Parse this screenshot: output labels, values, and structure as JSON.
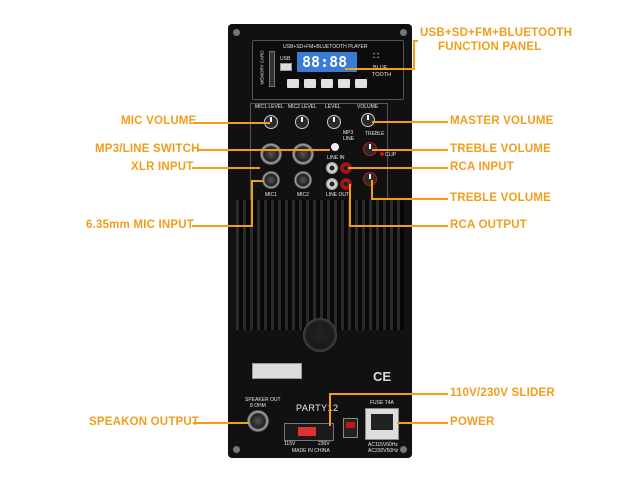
{
  "labels": {
    "usb_panel_1": "USB+SD+FM+BLUETOOTH",
    "usb_panel_2": "FUNCTION PANEL",
    "mic_volume": "MIC VOLUME",
    "mp3_line_switch": "MP3/LINE SWITCH",
    "xlr_input": "XLR INPUT",
    "mic_input_635": "6.35mm MIC INPUT",
    "speakon_output": "SPEAKON OUTPUT",
    "master_volume": "MASTER VOLUME",
    "treble_volume_1": "TREBLE VOLUME",
    "rca_input": "RCA INPUT",
    "treble_volume_2": "TREBLE VOLUME",
    "rca_output": "RCA OUTPUT",
    "slider": "110V/230V SLIDER",
    "power": "POWER"
  },
  "panel_text": {
    "module_title": "USB+SD+FM+BLUETOOTH PLAYER",
    "lcd": "88:88",
    "memory_card": "MEMORY CARD",
    "usb": "USB",
    "blue": "BLUE",
    "tooth": "TOOTH",
    "mic1_level": "MIC1 LEVEL",
    "mic2_level": "MIC2 LEVEL",
    "level": "LEVEL",
    "volume": "VOLUME",
    "treble": "TREBLE",
    "mp3": "MP3",
    "line": "LINE",
    "line_in": "LINE IN",
    "line_out": "LINE OUT",
    "mic1": "MIC1",
    "mic2": "MIC2",
    "clip": "CLIP",
    "speaker_out": "SPEAKER OUT",
    "speaker_ohm": "8 OHM",
    "model": "PARTY12",
    "made_in": "MADE IN CHINA",
    "v115": "115V",
    "v230": "230V",
    "ce": "CE",
    "fuse": "FUSE T4A",
    "ac_1": "AC115V60Hz",
    "ac_2": "AC230V50Hz"
  },
  "colors": {
    "accent": "#f29d1c",
    "panel": "#111111",
    "lcd": "#3a7bd5"
  }
}
